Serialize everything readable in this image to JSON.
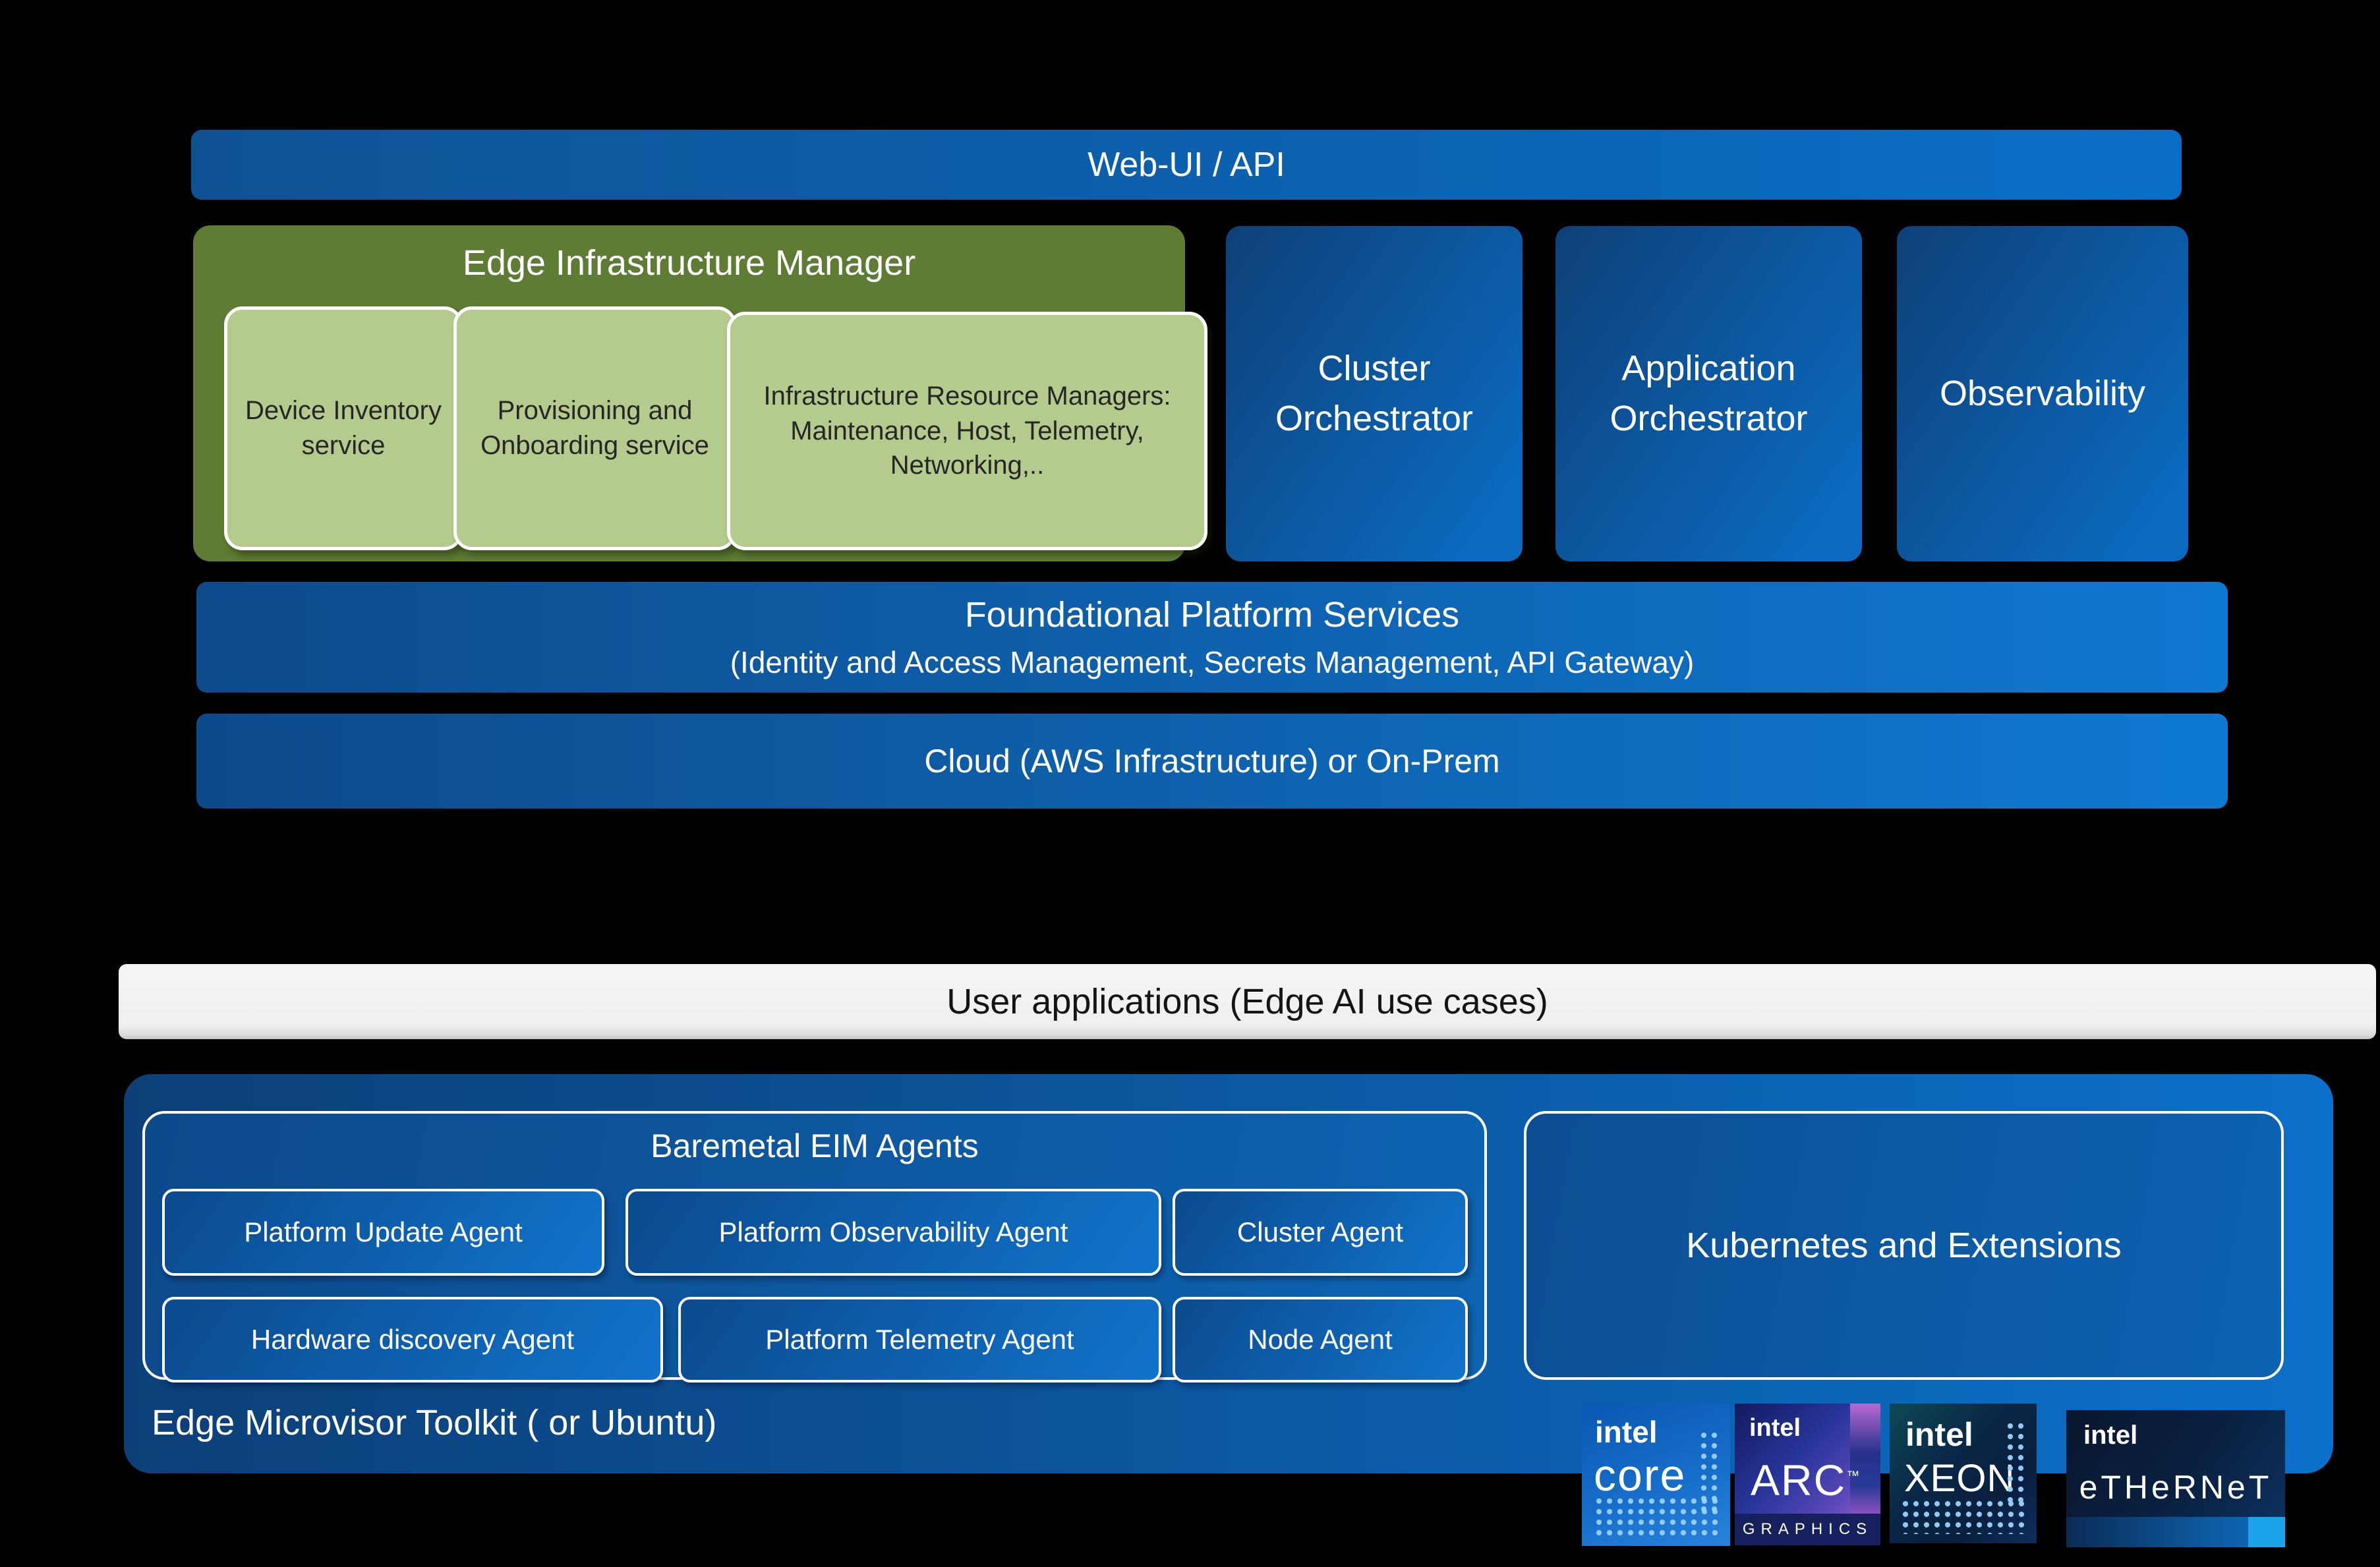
{
  "palette": {
    "intel_blue_dark": "#0d4585",
    "intel_blue": "#0a6cc4",
    "olive_green": "#5e7c33",
    "light_green": "#b5cb8d",
    "light_bar": "#f1f1f1",
    "badge_navy": "#0a1c3a",
    "badge_cyan": "#1ba4ec"
  },
  "top_bar": {
    "label": "Web-UI / API"
  },
  "eim": {
    "title": "Edge Infrastructure Manager",
    "services": [
      {
        "label": "Device Inventory service"
      },
      {
        "label": "Provisioning and Onboarding service"
      },
      {
        "label": "Infrastructure Resource Managers: Maintenance, Host, Telemetry, Networking,.."
      }
    ]
  },
  "orchestrators": [
    {
      "label": "Cluster Orchestrator"
    },
    {
      "label": "Application Orchestrator"
    },
    {
      "label": "Observability"
    }
  ],
  "foundational": {
    "title": "Foundational Platform Services",
    "subtitle": "(Identity and Access Management, Secrets Management, API Gateway)"
  },
  "cloud_bar": {
    "label": "Cloud (AWS Infrastructure) or On-Prem"
  },
  "user_apps_bar": {
    "label": "User applications (Edge AI use cases)"
  },
  "edge_node": {
    "baremetal": {
      "title": "Baremetal EIM Agents",
      "agents_row1": [
        {
          "label": "Platform Update Agent"
        },
        {
          "label": "Platform Observability Agent"
        },
        {
          "label": "Cluster Agent"
        }
      ],
      "agents_row2": [
        {
          "label": "Hardware discovery Agent"
        },
        {
          "label": "Platform Telemetry Agent"
        },
        {
          "label": "Node Agent"
        }
      ]
    },
    "kubernetes": {
      "label": "Kubernetes and Extensions"
    },
    "os_label": "Edge Microvisor Toolkit ( or Ubuntu)"
  },
  "badges": {
    "core": {
      "brand": "intel",
      "product": "CORE"
    },
    "arc": {
      "brand": "intel",
      "product": "ARC",
      "tm": "™",
      "sub": "GRAPHICS"
    },
    "xeon": {
      "brand": "intel",
      "product": "XEON"
    },
    "ethernet": {
      "brand": "intel",
      "product": "eTHeRNeT"
    }
  }
}
